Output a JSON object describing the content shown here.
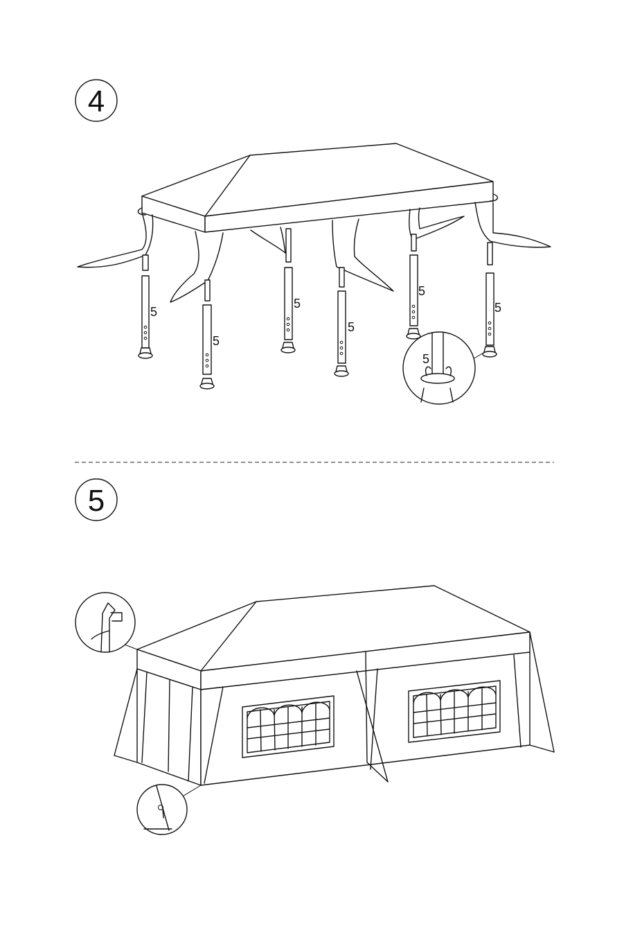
{
  "steps": [
    {
      "number": "4"
    },
    {
      "number": "5"
    }
  ],
  "part_labels": {
    "leg_1": "5",
    "leg_2": "5",
    "leg_3": "5",
    "leg_4": "5",
    "leg_5": "5",
    "leg_6": "5",
    "detail": "5"
  }
}
